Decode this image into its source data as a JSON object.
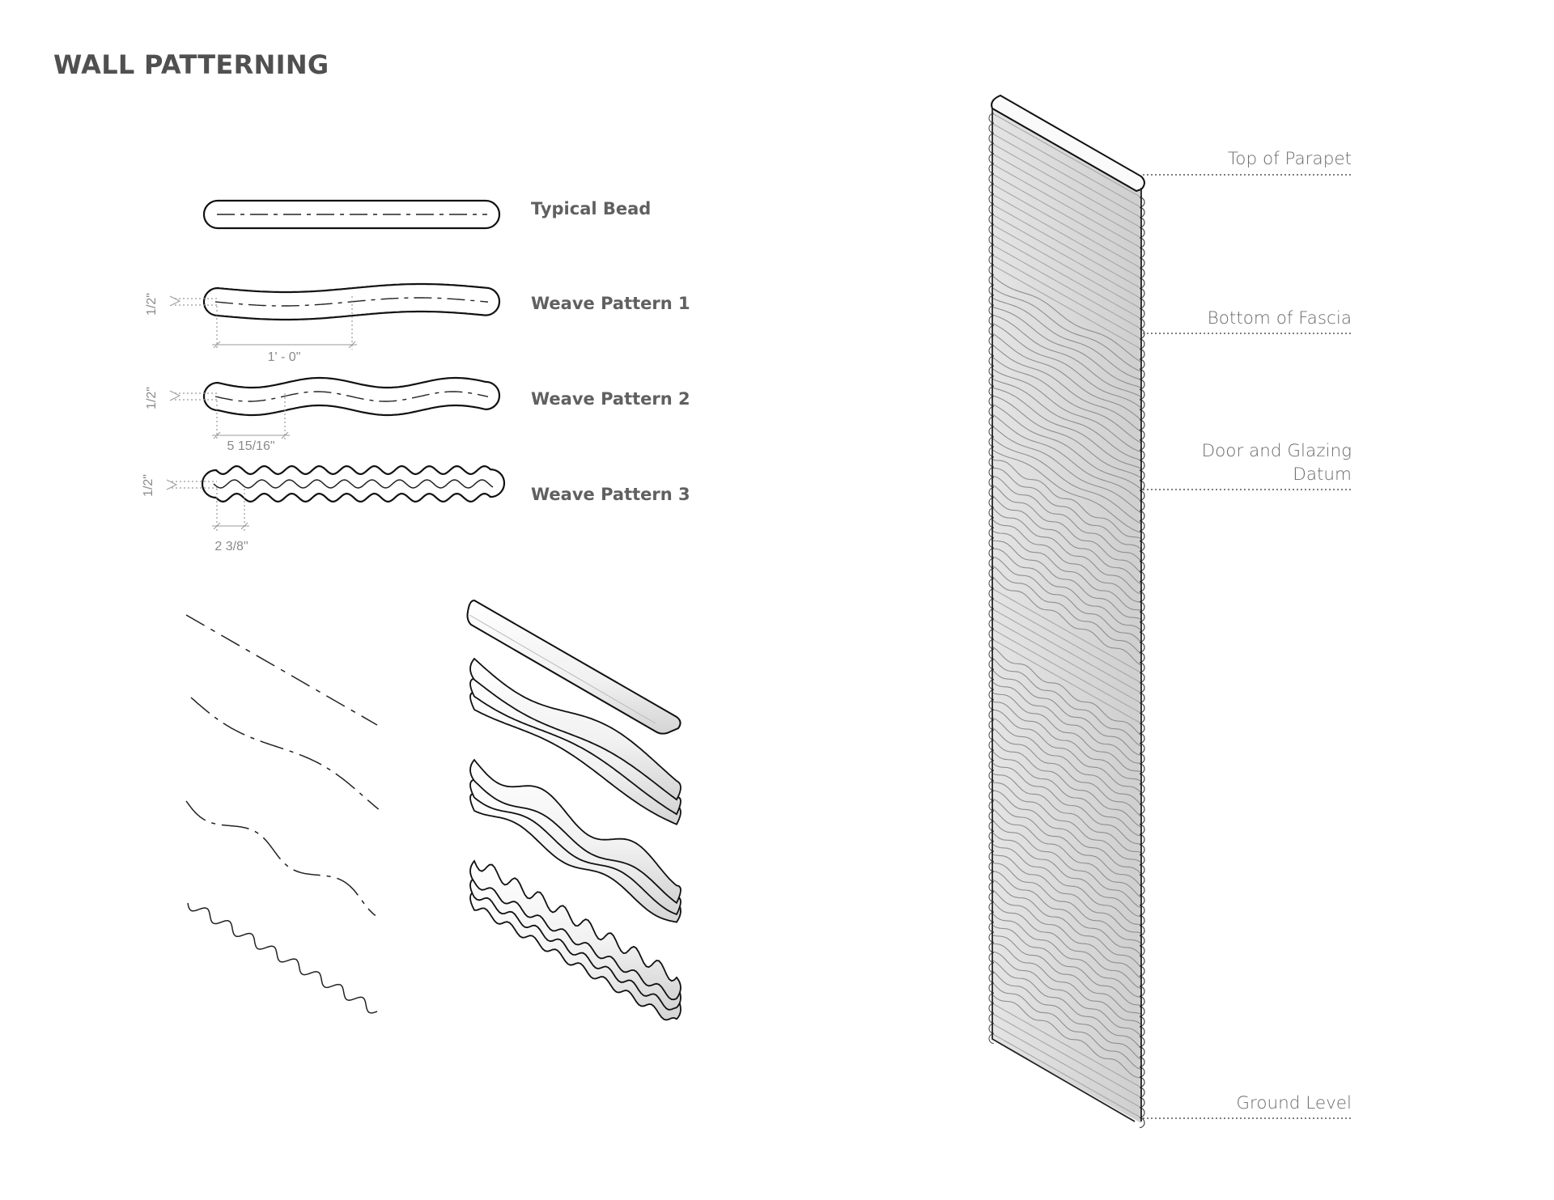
{
  "title": "WALL PATTERNING",
  "patterns": [
    {
      "label": "Typical Bead"
    },
    {
      "label": "Weave Pattern 1",
      "amplitude": "1/2\"",
      "period": "1' - 0\""
    },
    {
      "label": "Weave Pattern 2",
      "amplitude": "1/2\"",
      "period": "5 15/16\""
    },
    {
      "label": "Weave Pattern 3",
      "amplitude": "1/2\"",
      "period": "2 3/8\""
    }
  ],
  "datums": [
    {
      "label_lines": [
        "Top of Parapet"
      ]
    },
    {
      "label_lines": [
        "Bottom of Fascia"
      ]
    },
    {
      "label_lines": [
        "Door and Glazing",
        "Datum"
      ]
    },
    {
      "label_lines": [
        "Ground Level"
      ]
    }
  ],
  "colors": {
    "title": "#505050",
    "label": "#606060",
    "dimension": "#8a8a8a",
    "line": "#111111",
    "wall_fill": "#d6d6d6"
  }
}
